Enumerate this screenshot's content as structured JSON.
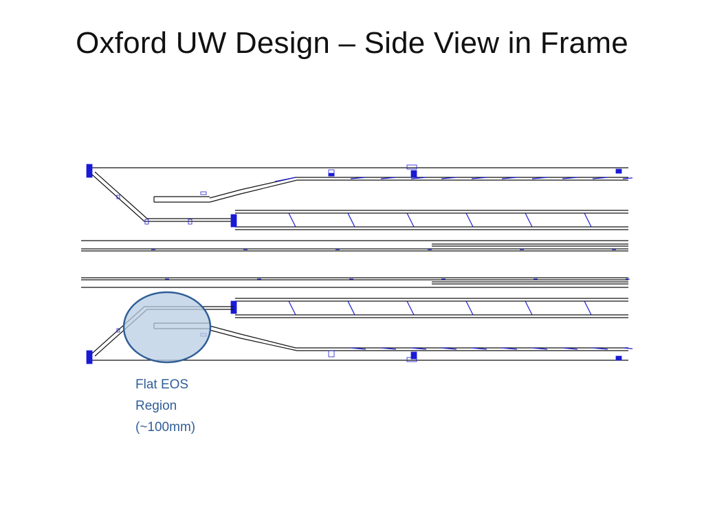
{
  "slide": {
    "title": "Oxford UW Design – Side View in Frame"
  },
  "annotation": {
    "lines": [
      "Flat EOS",
      "Region",
      "(~100mm)"
    ],
    "color": "#2F5E97"
  },
  "colors": {
    "outline": "#111111",
    "detail": "#1a1ad6",
    "highlight_fill": "#b8cde3",
    "highlight_stroke": "#2F5E97"
  }
}
